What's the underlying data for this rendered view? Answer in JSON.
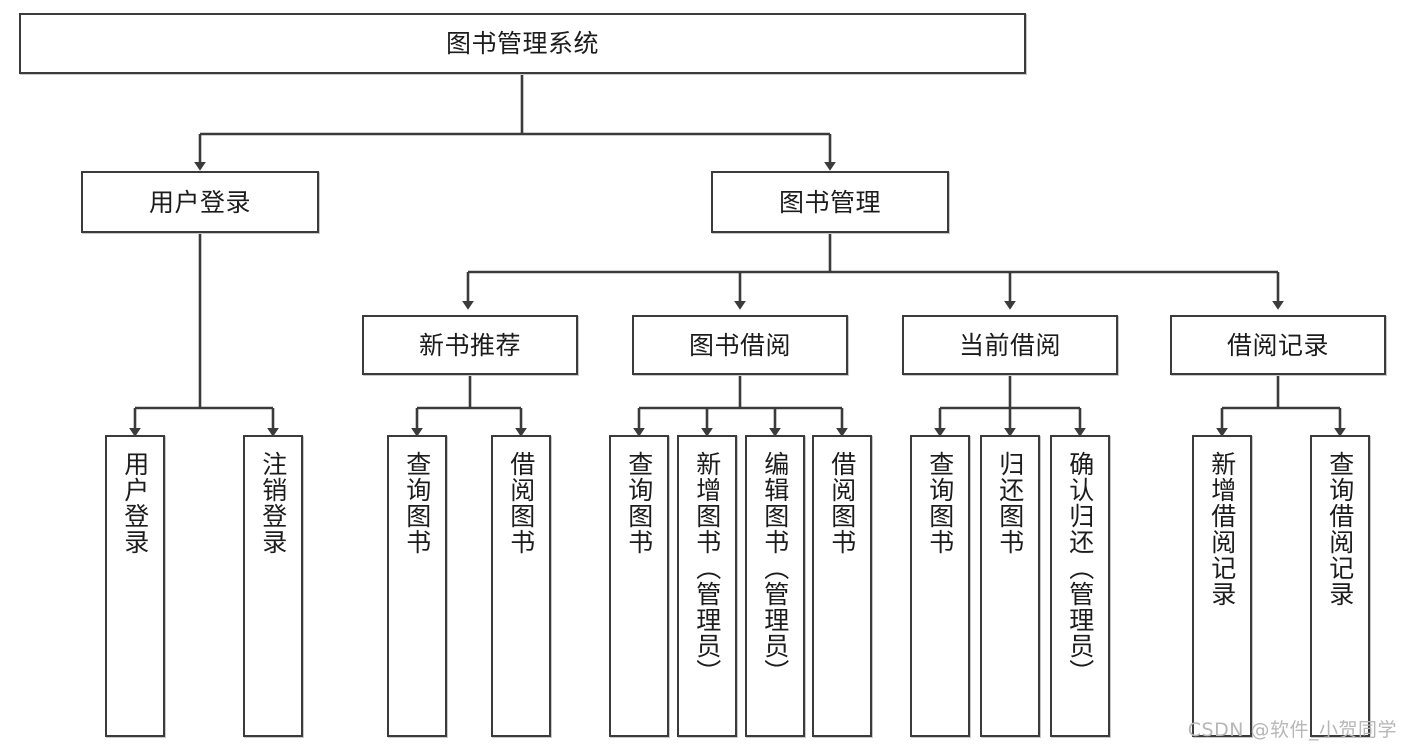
{
  "diagram": {
    "type": "tree-hierarchy",
    "title": "图书管理系统",
    "orientation": "top-down",
    "line_color": "#3b3b3b",
    "box_fill": "#ffffff",
    "box_border": "#3b3b3b",
    "text_color": "#1c1c1c"
  },
  "nodes": {
    "root": {
      "label": "图书管理系统",
      "level": 1
    },
    "level2": [
      {
        "id": "user-login",
        "label": "用户登录"
      },
      {
        "id": "book-management",
        "label": "图书管理"
      }
    ],
    "level3": [
      {
        "id": "new-book-recommend",
        "label": "新书推荐",
        "parent": "book-management"
      },
      {
        "id": "book-borrow",
        "label": "图书借阅",
        "parent": "book-management"
      },
      {
        "id": "current-borrow",
        "label": "当前借阅",
        "parent": "book-management"
      },
      {
        "id": "borrow-record",
        "label": "借阅记录",
        "parent": "book-management"
      }
    ],
    "leaves": {
      "user-login": [
        {
          "id": "leaf-user-login",
          "label": "用户登录"
        },
        {
          "id": "leaf-logout-login",
          "label": "注销登录"
        }
      ],
      "new-book-recommend": [
        {
          "id": "leaf-query-book-1",
          "label": "查询图书"
        },
        {
          "id": "leaf-borrow-book-1",
          "label": "借阅图书"
        }
      ],
      "book-borrow": [
        {
          "id": "leaf-query-book-2",
          "label": "查询图书"
        },
        {
          "id": "leaf-add-book",
          "label": "新增图书（管理员）"
        },
        {
          "id": "leaf-edit-book",
          "label": "编辑图书（管理员）"
        },
        {
          "id": "leaf-borrow-book-2",
          "label": "借阅图书"
        }
      ],
      "current-borrow": [
        {
          "id": "leaf-query-book-3",
          "label": "查询图书"
        },
        {
          "id": "leaf-return-book",
          "label": "归还图书"
        },
        {
          "id": "leaf-confirm-return",
          "label": "确认归还（管理员）"
        }
      ],
      "borrow-record": [
        {
          "id": "leaf-add-record",
          "label": "新增借阅记录"
        },
        {
          "id": "leaf-query-record",
          "label": "查询借阅记录"
        }
      ]
    }
  },
  "watermark": {
    "text": "CSDN @软件_小贺同学"
  }
}
